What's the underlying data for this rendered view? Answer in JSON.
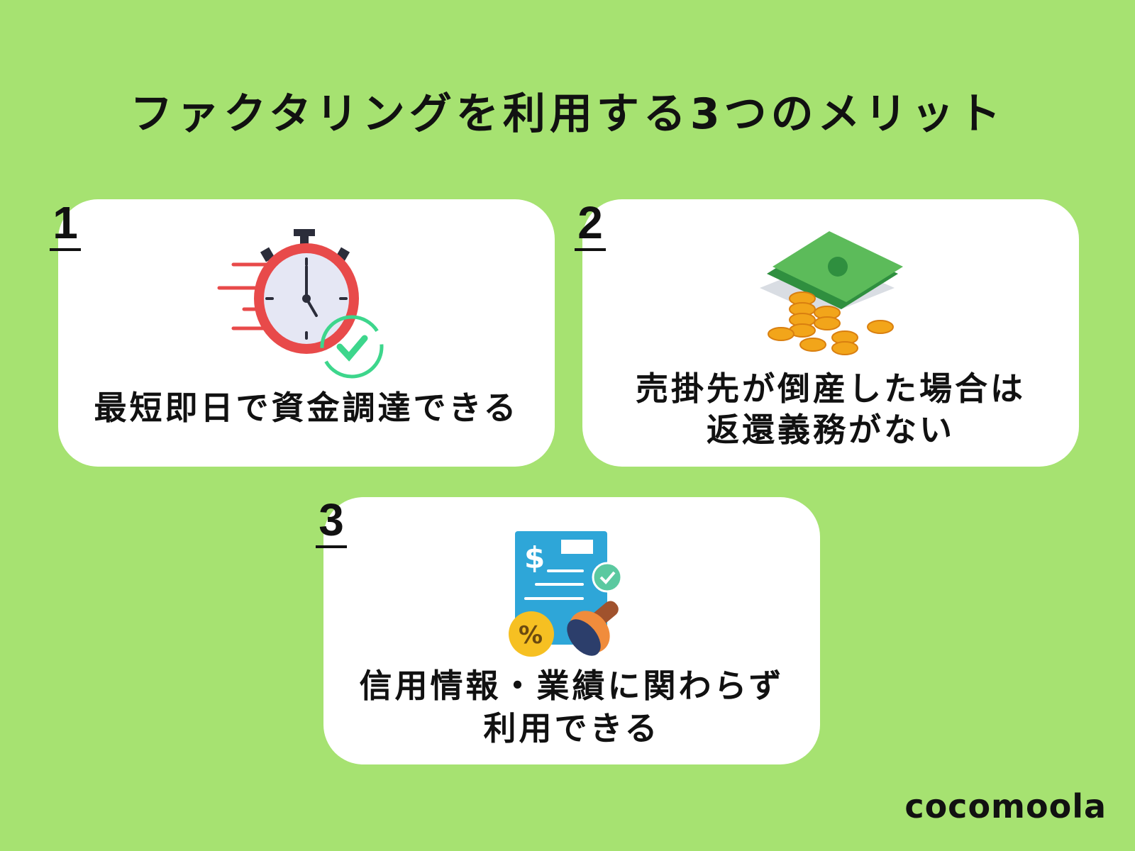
{
  "title": "ファクタリングを利用する3つのメリット",
  "merits": [
    {
      "number": "1",
      "text": "最短即日で資金調達できる",
      "icon": "stopwatch-icon"
    },
    {
      "number": "2",
      "text_line1": "売掛先が倒産した場合は",
      "text_line2": "返還義務がない",
      "icon": "money-icon"
    },
    {
      "number": "3",
      "text_line1": "信用情報・業績に関わらず",
      "text_line2": "利用できる",
      "icon": "document-icon"
    }
  ],
  "logo": "cocomoola",
  "colors": {
    "background": "#a6e271",
    "card": "#ffffff",
    "text": "#111111"
  }
}
